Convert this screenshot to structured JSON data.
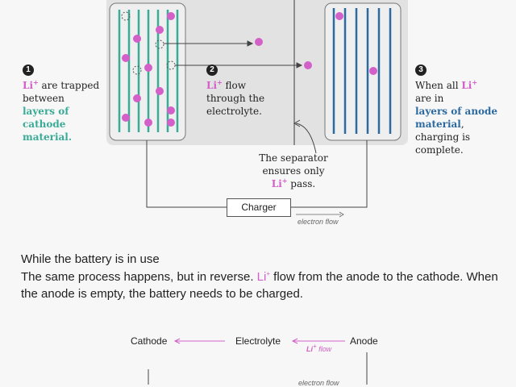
{
  "step1": {
    "number": "1",
    "ion": "Li",
    "ion_sup": "+",
    "text1": " are trapped",
    "text2": "between",
    "highlight": "layers of cathode material."
  },
  "step2": {
    "number": "2",
    "ion": "Li",
    "ion_sup": "+",
    "text1": " flow",
    "text2": "through the electrolyte."
  },
  "step3": {
    "number": "3",
    "text1": "When all ",
    "ion": "Li",
    "ion_sup": "+",
    "text2": "are in",
    "highlight": "layers of anode material",
    "text3": ",",
    "text4": "charging is complete."
  },
  "separator_note": {
    "line1": "The separator",
    "line2": "ensures only",
    "ion": "Li",
    "ion_sup": "+",
    "line3": " pass."
  },
  "charger_label": "Charger",
  "electron_flow_label": "electron flow",
  "section": {
    "title": "While the battery is in use",
    "text_part1": "The same process happens, but in reverse. ",
    "ion": "Li",
    "ion_sup": "+",
    "text_part2": " flow from the anode to the cathode. When the anode is empty, the battery needs to be charged."
  },
  "diagram2": {
    "cathode": "Cathode",
    "electrolyte": "Electrolyte",
    "anode": "Anode",
    "ion": "Li",
    "ion_sup": "+",
    "flow": " flow",
    "electron_flow": "electron flow"
  },
  "colors": {
    "ion": "#d260c8",
    "cathode": "#3aab96",
    "anode": "#2d6aa0",
    "box": "#e6e6e6"
  }
}
